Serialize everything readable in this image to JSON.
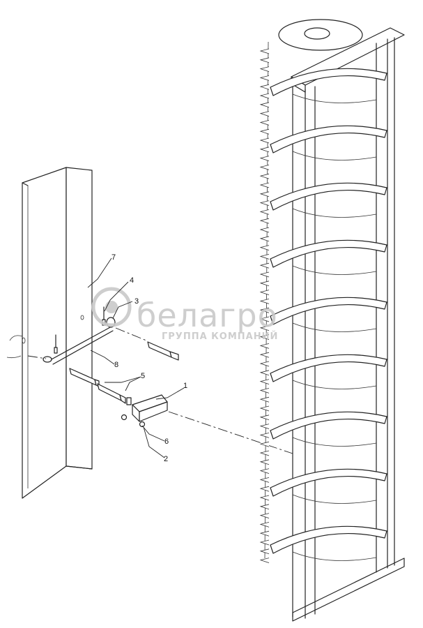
{
  "watermark": {
    "brand": "белагро",
    "tagline": "ГРУППА КОМПАНИЙ"
  },
  "callouts": [
    {
      "id": "c1",
      "label": "1"
    },
    {
      "id": "c2",
      "label": "2"
    },
    {
      "id": "c3",
      "label": "3"
    },
    {
      "id": "c4",
      "label": "4"
    },
    {
      "id": "c5",
      "label": "5"
    },
    {
      "id": "c6",
      "label": "6"
    },
    {
      "id": "c7",
      "label": "7"
    },
    {
      "id": "c8",
      "label": "8"
    }
  ],
  "colors": {
    "line": "#222222",
    "watermark": "#c9c9c9",
    "background": "#ffffff"
  }
}
